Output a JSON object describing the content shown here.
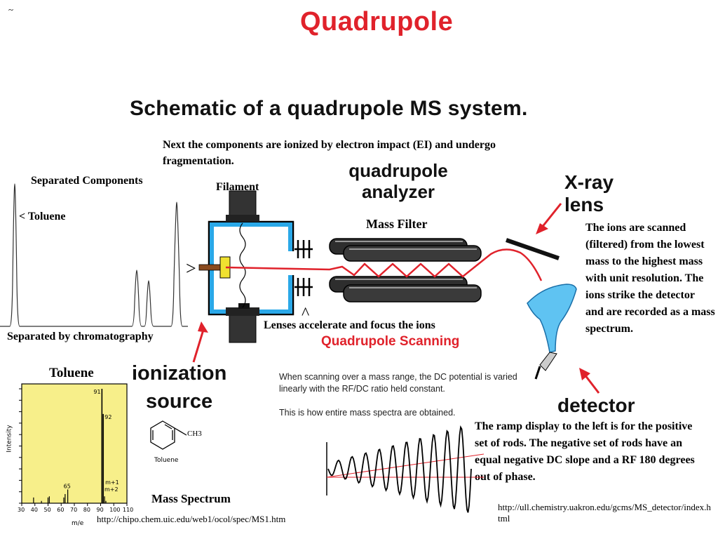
{
  "tilde": "~",
  "title": "Quadrupole",
  "schematic_heading": "Schematic of a quadrupole MS system.",
  "ionization_text": "Next the components are ionized by electron impact (EI) and undergo fragmentation.",
  "separated_components": "Separated Components",
  "toluene_marker": "< Toluene",
  "separated_by": "Separated by chromatography",
  "filament": "Filament",
  "mass_filter": "Mass Filter",
  "quadrupole_analyzer": [
    "quadrupole",
    "analyzer"
  ],
  "xray_lens": [
    "X-ray",
    "lens"
  ],
  "ions_scanned": "The ions are scanned (filtered) from the lowest mass to the highest mass with unit resolution. The ions strike the detector and are recorded as a mass spectrum.",
  "arrow_gt": ">",
  "caret": "^",
  "lenses": "Lenses accelerate and focus the ions",
  "ionization_source": [
    "ionization",
    "source"
  ],
  "detector": "detector",
  "quad_scanning": "Quadrupole Scanning",
  "scan_note_1": "When scanning over a mass range, the DC potential is varied linearly with the RF/DC ratio held constant.",
  "scan_note_2": "This is how entire mass spectra are obtained.",
  "ramp_text": "The ramp display to the left is for the positive set of rods. The negative set of rods have an equal negative DC slope and a RF 180 degrees out of phase.",
  "url_right": "http://ull.chemistry.uakron.edu/gcms/MS_detector/index.html",
  "toluene_title": "Toluene",
  "mass_spectrum_label": "Mass Spectrum",
  "url_bottom": "http://chipo.chem.uic.edu/web1/ocol/spec/MS1.htm",
  "structure_label": "Toluene",
  "structure_group": "CH3",
  "colors": {
    "accent_red": "#e0222b",
    "spectrum_bg": "#f7ef8a",
    "tube_blue": "#2aa8e8",
    "rod_dark": "#2a2a2a"
  },
  "chart_data": {
    "type": "bar",
    "title": "",
    "xlabel": "m/e",
    "ylabel": "Intensity",
    "xlim": [
      30,
      110
    ],
    "xticks": [
      30,
      40,
      50,
      60,
      70,
      80,
      90,
      100,
      110
    ],
    "peaks": [
      {
        "x": 91,
        "y": 100,
        "label": "91"
      },
      {
        "x": 92,
        "y": 78,
        "label": "92"
      },
      {
        "x": 65,
        "y": 12,
        "label": "65"
      },
      {
        "x": 63,
        "y": 8,
        "label": ""
      },
      {
        "x": 51,
        "y": 6,
        "label": ""
      },
      {
        "x": 50,
        "y": 5,
        "label": ""
      },
      {
        "x": 39,
        "y": 5,
        "label": ""
      },
      {
        "x": 62,
        "y": 5,
        "label": ""
      },
      {
        "x": 45,
        "y": 2,
        "label": ""
      },
      {
        "x": 93,
        "y": 6,
        "label": "m+1"
      },
      {
        "x": 94,
        "y": 2,
        "label": "m+2"
      }
    ]
  }
}
